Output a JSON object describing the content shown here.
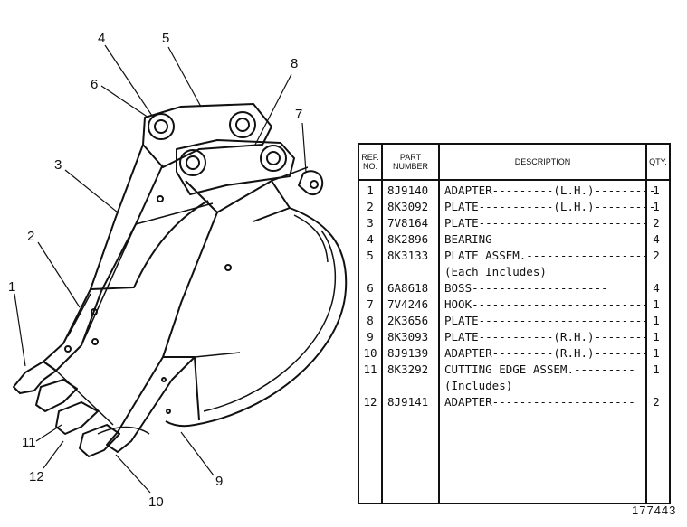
{
  "diagram": {
    "callouts": [
      "1",
      "2",
      "3",
      "4",
      "5",
      "6",
      "7",
      "8",
      "9",
      "10",
      "11",
      "12"
    ]
  },
  "table": {
    "headers": {
      "ref_no": "REF. NO.",
      "part_number": "PART NUMBER",
      "description": "DESCRIPTION",
      "qty": "QTY."
    },
    "rows": [
      {
        "ref": "1",
        "part": "8J9140",
        "desc": "ADAPTER---------(L.H.)---------",
        "qty": "1"
      },
      {
        "ref": "2",
        "part": "8K3092",
        "desc": "PLATE-----------(L.H.)---------",
        "qty": "1"
      },
      {
        "ref": "3",
        "part": "7V8164",
        "desc": "PLATE-------------------------",
        "qty": "2"
      },
      {
        "ref": "4",
        "part": "8K2896",
        "desc": "BEARING-----------------------",
        "qty": "4"
      },
      {
        "ref": "5",
        "part": "8K3133",
        "desc": "PLATE ASSEM.------------------",
        "qty": "2"
      },
      {
        "ref": "",
        "part": "",
        "desc": "    (Each Includes)",
        "qty": ""
      },
      {
        "ref": "6",
        "part": "6A8618",
        "desc": "    BOSS--------------------",
        "qty": "4"
      },
      {
        "ref": "7",
        "part": "7V4246",
        "desc": "HOOK--------------------------",
        "qty": "1"
      },
      {
        "ref": "8",
        "part": "2K3656",
        "desc": "PLATE-------------------------",
        "qty": "1"
      },
      {
        "ref": "9",
        "part": "8K3093",
        "desc": "PLATE-----------(R.H.)--------",
        "qty": "1"
      },
      {
        "ref": "10",
        "part": "8J9139",
        "desc": "ADAPTER---------(R.H.)--------",
        "qty": "1"
      },
      {
        "ref": "11",
        "part": "8K3292",
        "desc": "CUTTING EDGE ASSEM.---------",
        "qty": "1"
      },
      {
        "ref": "",
        "part": "",
        "desc": "    (Includes)",
        "qty": ""
      },
      {
        "ref": "12",
        "part": "8J9141",
        "desc": "    ADAPTER---------------------",
        "qty": "2"
      }
    ]
  },
  "figure_number": "177443"
}
